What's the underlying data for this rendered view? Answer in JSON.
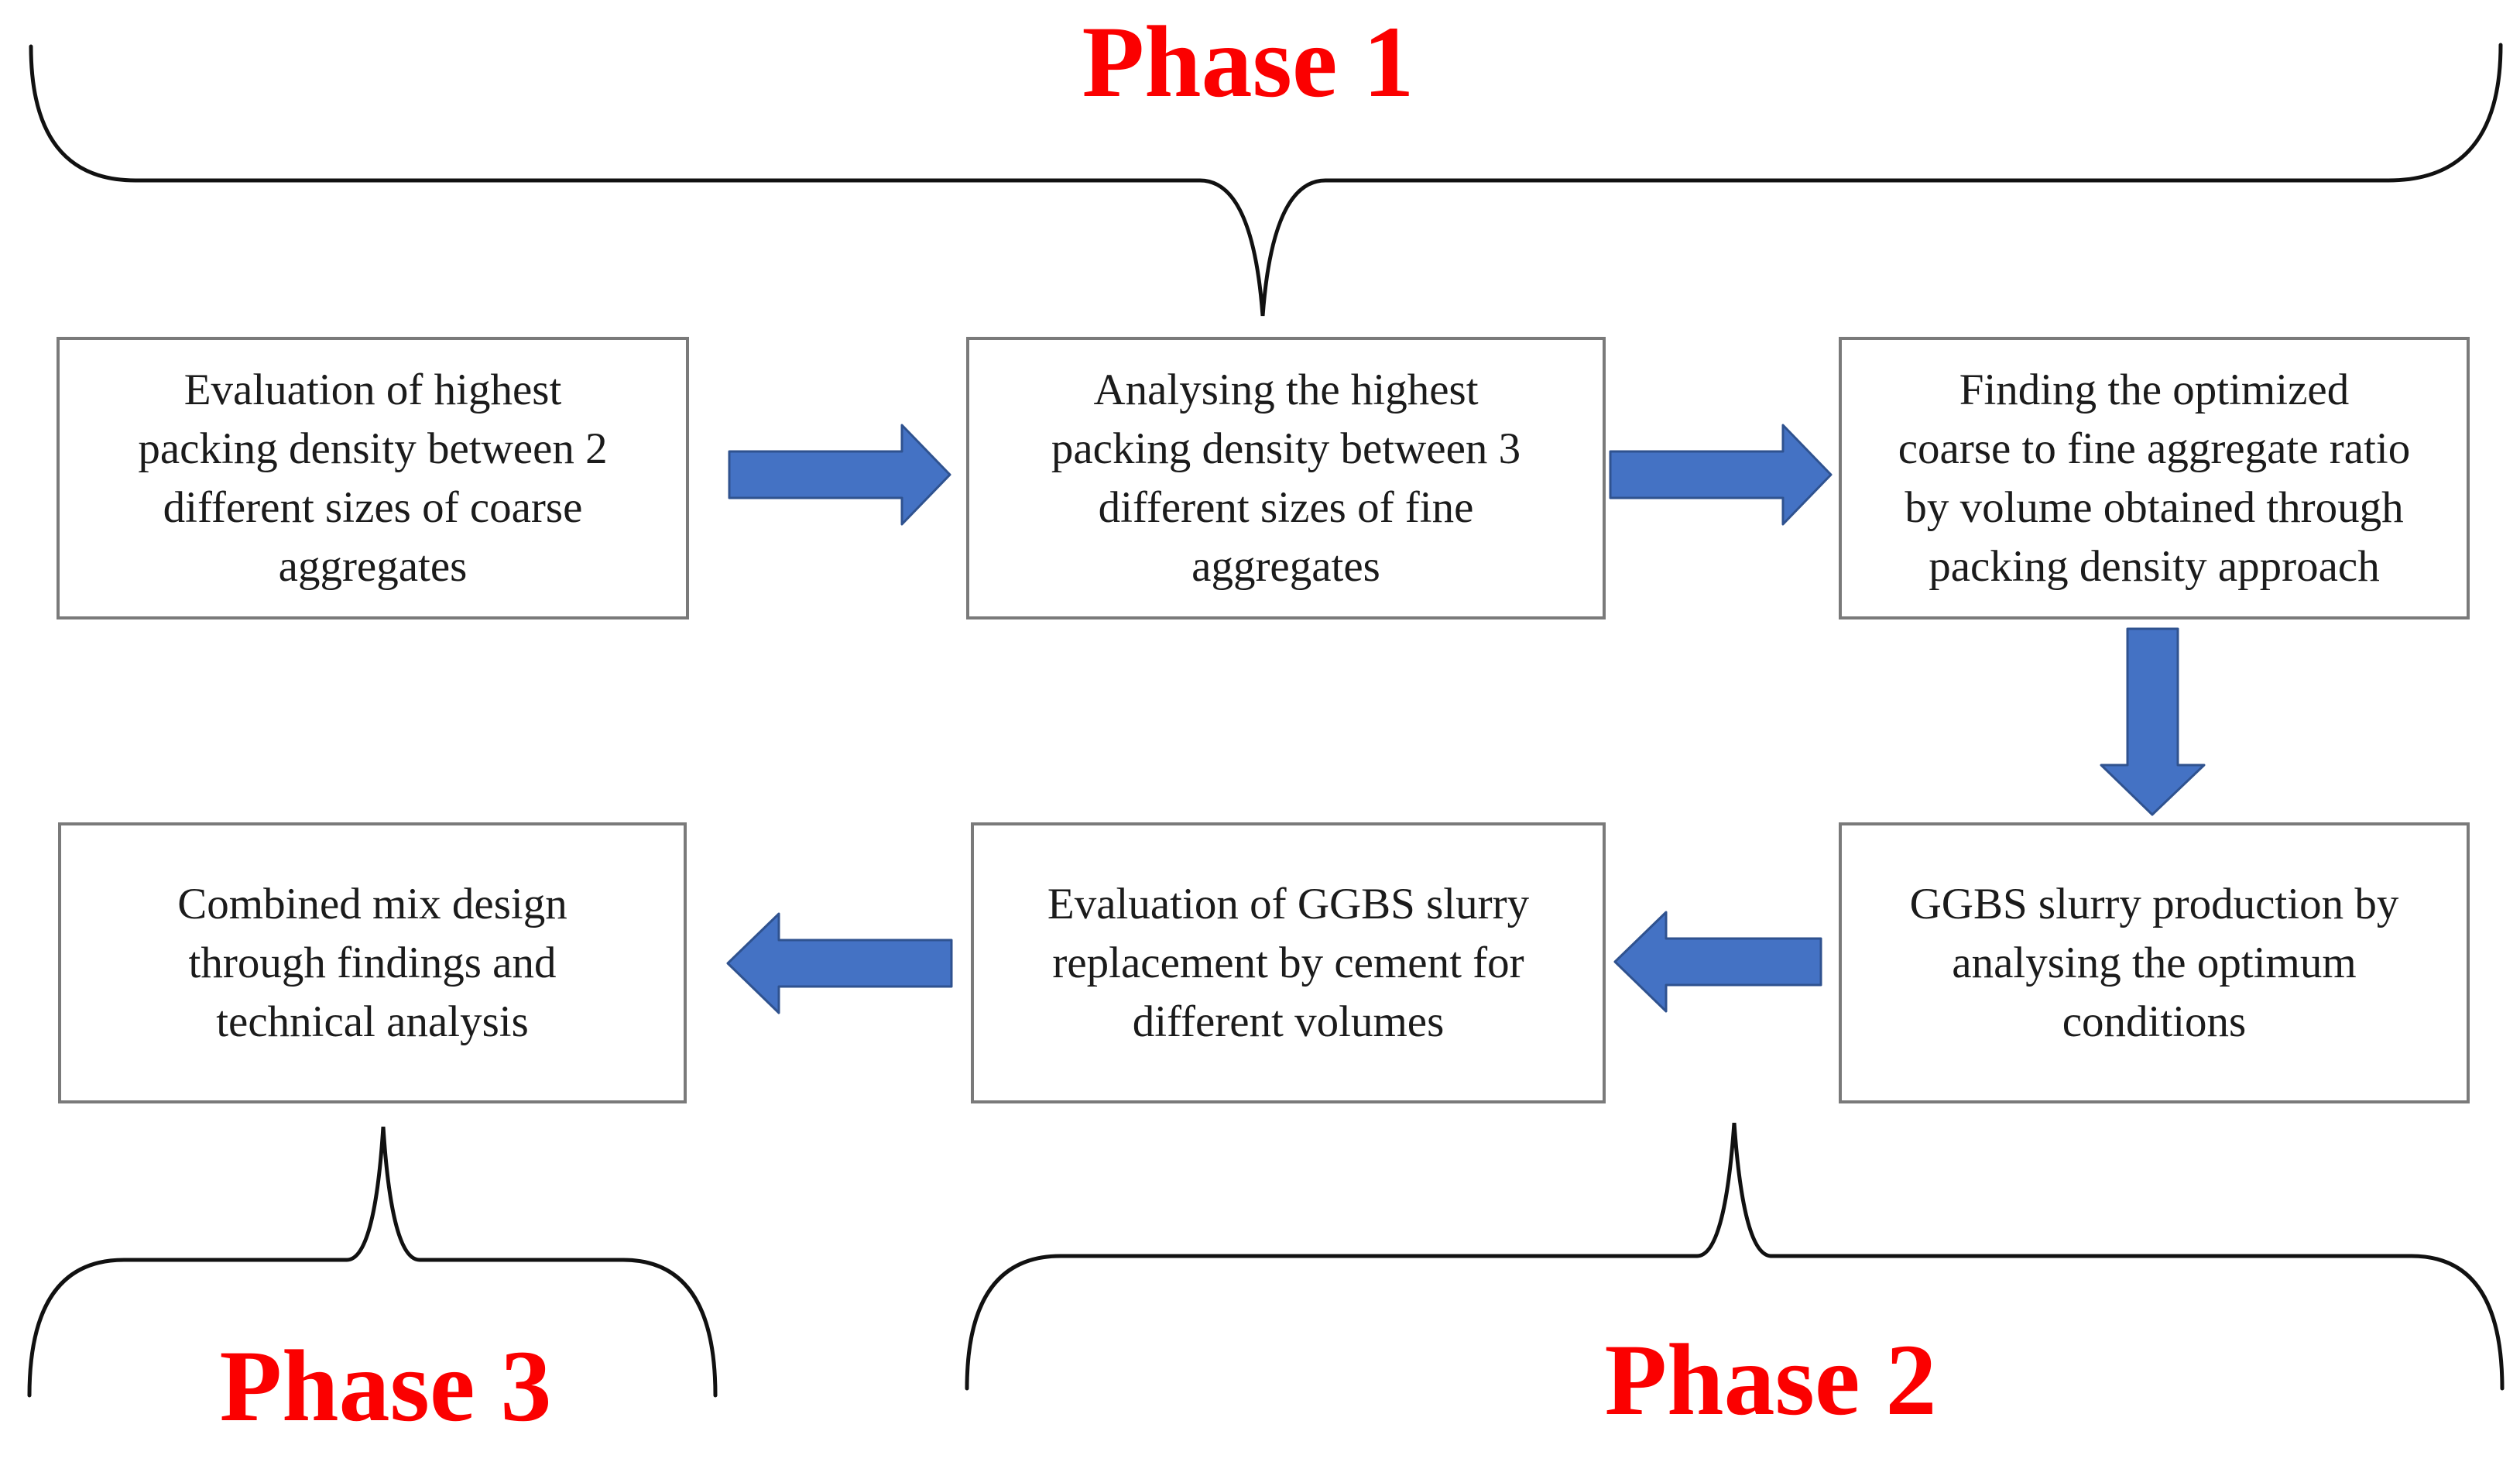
{
  "phases": {
    "phase1": {
      "label": "Phase 1"
    },
    "phase2": {
      "label": "Phase 2"
    },
    "phase3": {
      "label": "Phase 3"
    }
  },
  "boxes": [
    {
      "text": "Evaluation of highest\npacking density between 2\ndifferent sizes of coarse\naggregates"
    },
    {
      "text": "Analysing the highest\npacking density between 3\ndifferent sizes of fine\naggregates"
    },
    {
      "text": "Finding the optimized\ncoarse to fine aggregate ratio\nby volume obtained through\npacking density approach"
    },
    {
      "text": "Combined mix design\nthrough findings and\ntechnical analysis"
    },
    {
      "text": "Evaluation of GGBS slurry\nreplacement by cement for\ndifferent volumes"
    },
    {
      "text": "GGBS slurry production by\nanalysing the optimum\nconditions"
    }
  ],
  "arrows": [
    {
      "direction": "right"
    },
    {
      "direction": "right"
    },
    {
      "direction": "down"
    },
    {
      "direction": "left"
    },
    {
      "direction": "left"
    }
  ],
  "colors": {
    "arrow_fill": "#4472C4",
    "arrow_stroke": "#2F528F",
    "brace_stroke": "#111111",
    "phase_label": "#FB0000",
    "box_border": "#7A7A7A",
    "box_text": "#1B1B1B"
  }
}
